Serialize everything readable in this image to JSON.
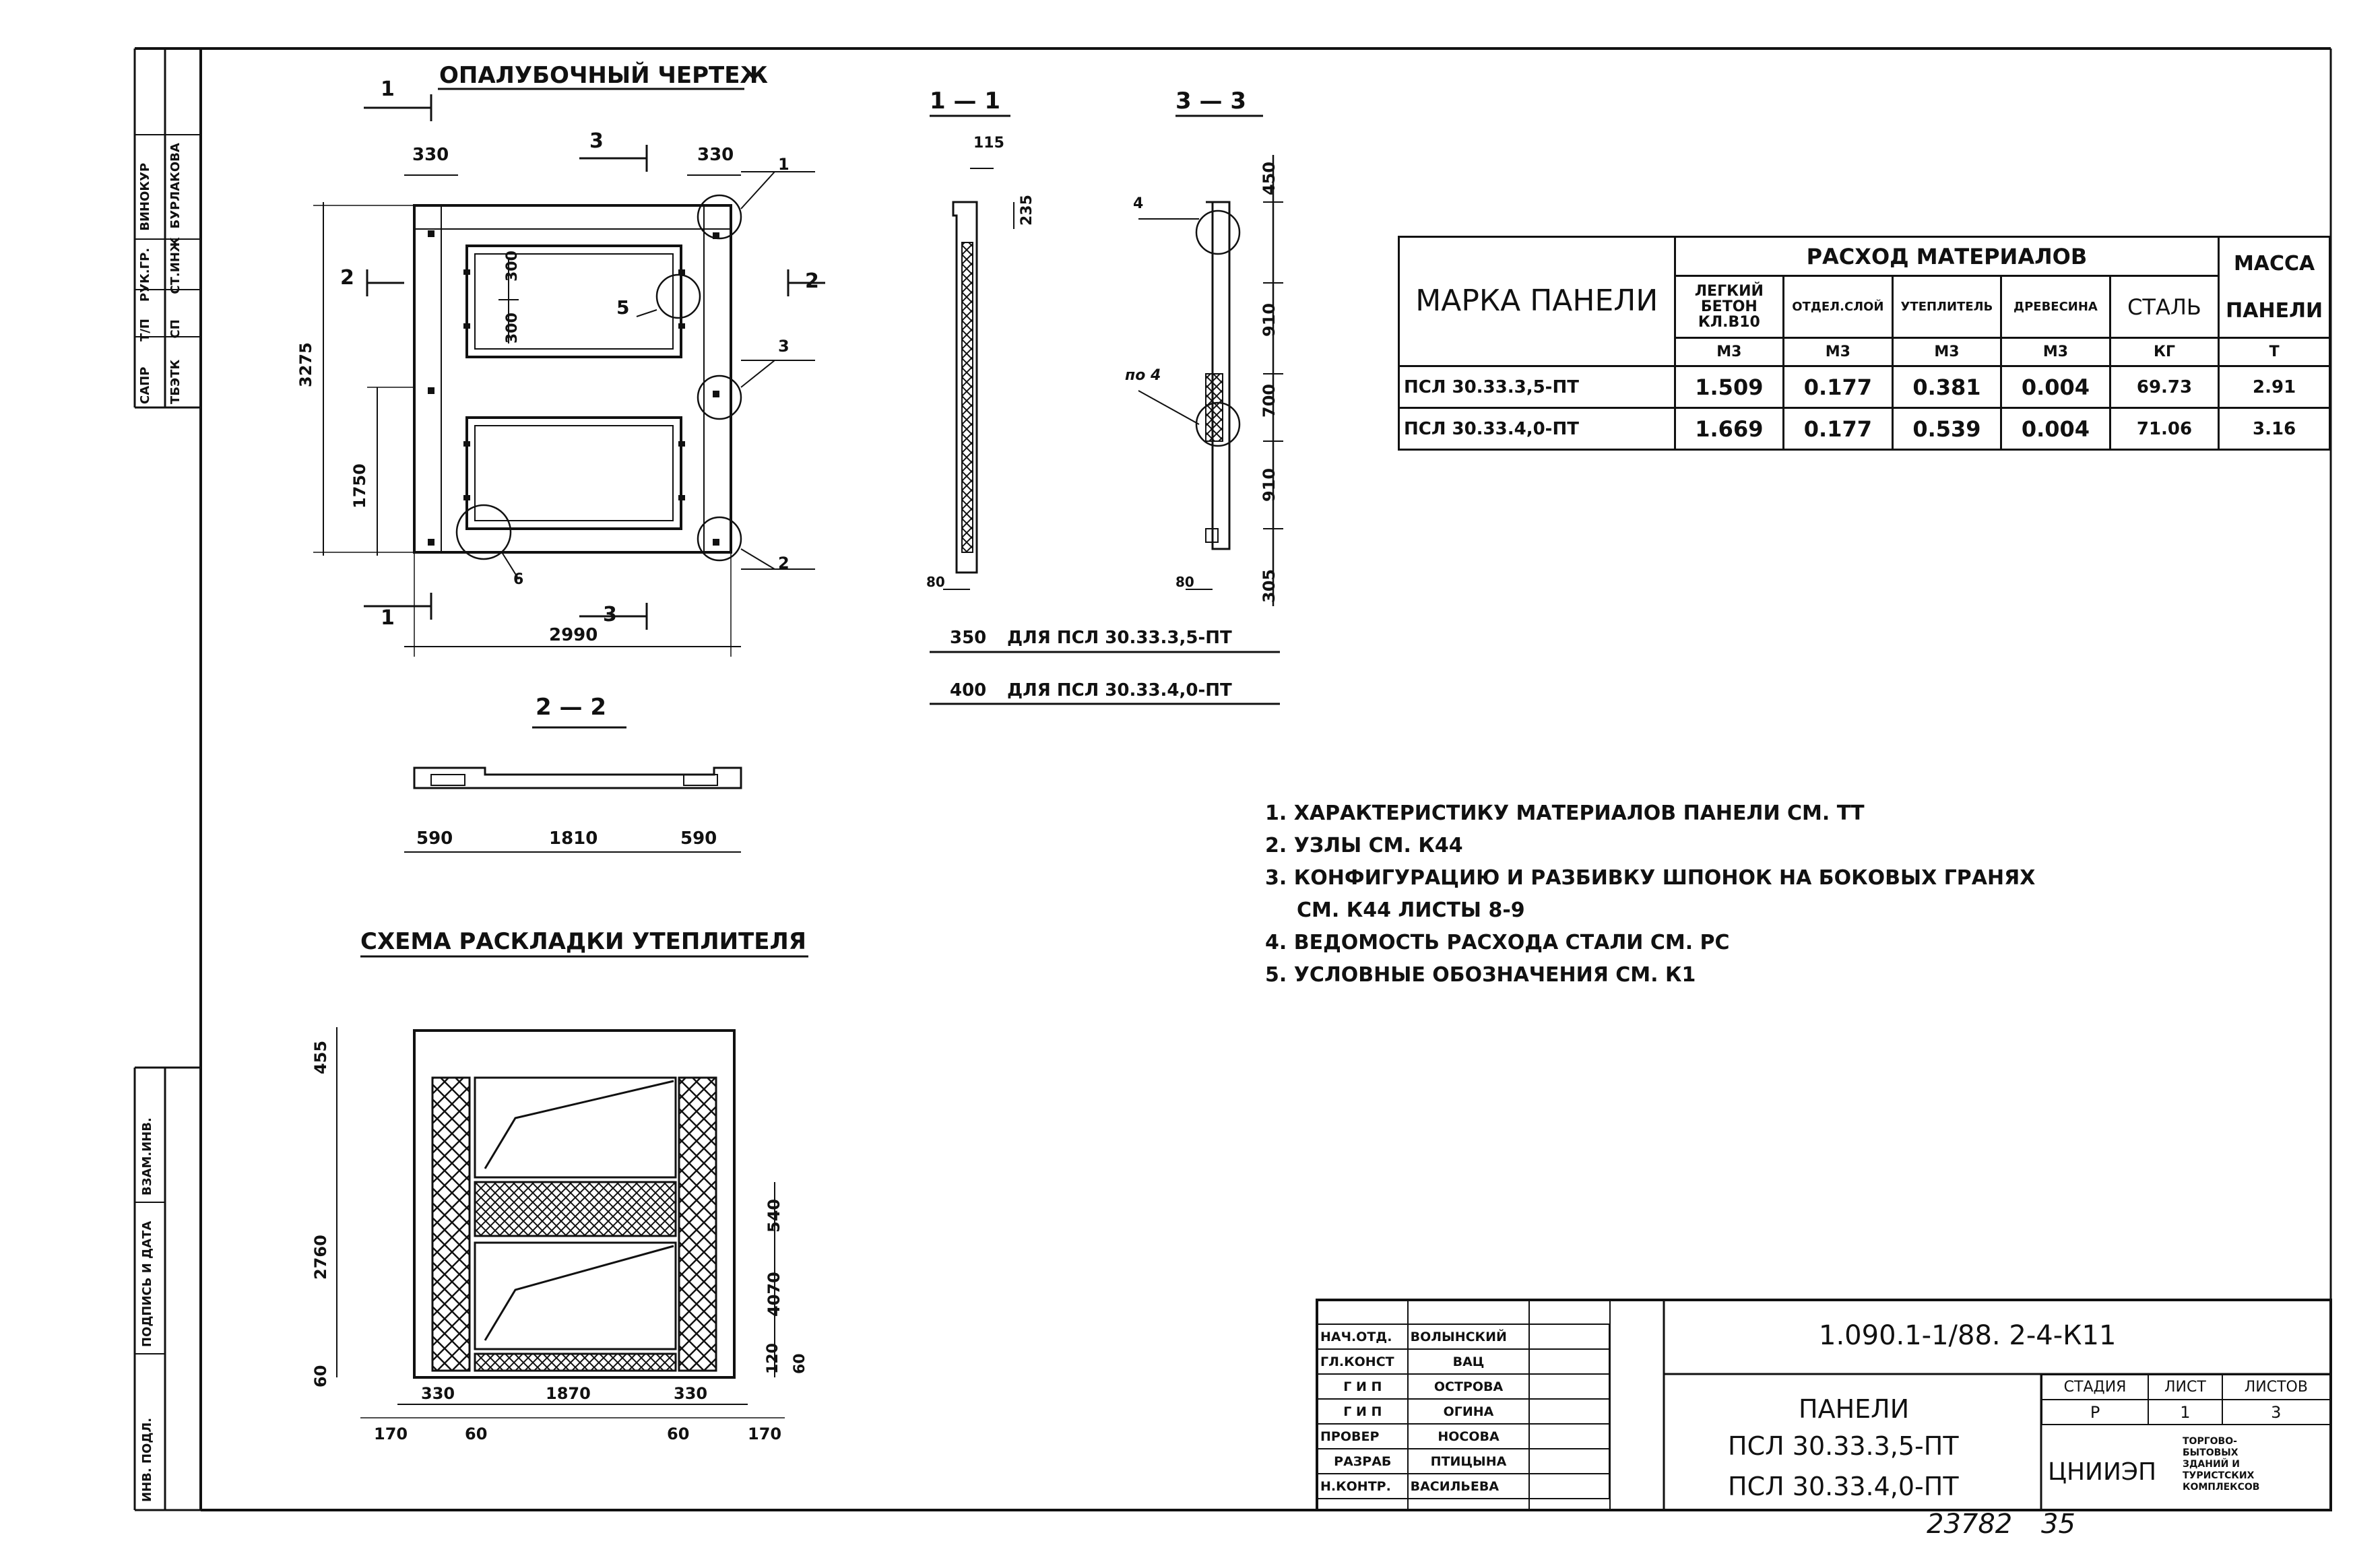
{
  "views": {
    "formwork_title": "ОПАЛУБОЧНЫЙ ЧЕРТЕЖ",
    "section_1_1": "1 — 1",
    "section_3_3": "3 — 3",
    "section_2_2": "2 — 2",
    "insulation_title": "СХЕМА РАСКЛАДКИ УТЕПЛИТЕЛЯ",
    "marks": {
      "m1": "1",
      "m2": "2",
      "m3": "3",
      "m5": "5",
      "m6": "6",
      "m4": "4",
      "po4": "по 4"
    }
  },
  "dims": {
    "d330a": "330",
    "d330b": "330",
    "d300a": "300",
    "d300b": "300",
    "d3275": "3275",
    "d1750": "1750",
    "d2990": "2990",
    "d115": "115",
    "d235": "235",
    "d80a": "80",
    "d80b": "80",
    "d450": "450",
    "d910a": "910",
    "d700": "700",
    "d910b": "910",
    "d305": "305",
    "d350": "350",
    "for350": "для псл 30.33.3,5-пт",
    "d400": "400",
    "for400": "для псл 30.33.4,0-пт",
    "d590a": "590",
    "d1810": "1810",
    "d590b": "590",
    "d455": "455",
    "d2760": "2760",
    "d60a": "60",
    "d540": "540",
    "d4070": "4070",
    "d120": "120",
    "d60b": "60",
    "d330c": "330",
    "d1870": "1870",
    "d330d": "330",
    "d170a": "170",
    "d60c": "60",
    "d60d": "60",
    "d170b": "170"
  },
  "materials_table": {
    "brand_header": "МАРКА ПАНЕЛИ",
    "consumption_header": "РАСХОД МАТЕРИАЛОВ",
    "mass_header": "МАССА",
    "mass_sub": "ПАНЕЛИ",
    "columns": [
      {
        "name": "ЛЕГКИЙ БЕТОН КЛ.В10",
        "unit": "М3"
      },
      {
        "name": "ОТДЕЛ.СЛОЙ",
        "unit": "М3"
      },
      {
        "name": "УТЕПЛИТЕЛЬ",
        "unit": "М3"
      },
      {
        "name": "ДРЕВЕСИНА",
        "unit": "М3"
      },
      {
        "name": "СТАЛЬ",
        "unit": "КГ"
      }
    ],
    "mass_unit": "Т",
    "rows": [
      {
        "brand": "ПСЛ 30.33.3,5-ПТ",
        "concrete": "1.509",
        "finish": "0.177",
        "insul": "0.381",
        "wood": "0.004",
        "steel": "69.73",
        "mass": "2.91"
      },
      {
        "brand": "ПСЛ 30.33.4,0-ПТ",
        "concrete": "1.669",
        "finish": "0.177",
        "insul": "0.539",
        "wood": "0.004",
        "steel": "71.06",
        "mass": "3.16"
      }
    ]
  },
  "notes": [
    "1. ХАРАКТЕРИСТИКУ МАТЕРИАЛОВ ПАНЕЛИ СМ. ТТ",
    "2. УЗЛЫ СМ. К44",
    "3. КОНФИГУРАЦИЮ И РАЗБИВКУ ШПОНОК НА БОКОВЫХ ГРАНЯХ",
    "СМ. К44 ЛИСТЫ 8-9",
    "4. ВЕДОМОСТЬ РАСХОДА СТАЛИ СМ. РС",
    "5. УСЛОВНЫЕ ОБОЗНАЧЕНИЯ СМ. К1"
  ],
  "stamp": {
    "doc_code": "1.090.1-1/88. 2-4-К11",
    "people": [
      {
        "role": "НАЧ.ОТД.",
        "name": "ВОЛЫНСКИЙ"
      },
      {
        "role": "ГЛ.КОНСТ",
        "name": "ВАЦ"
      },
      {
        "role": "Г И П",
        "name": "ОСТРОВА"
      },
      {
        "role": "Г И П",
        "name": "ОГИНА"
      },
      {
        "role": "ПРОВЕР",
        "name": "НОСОВА"
      },
      {
        "role": "РАЗРАБ",
        "name": "ПТИЦЫНА"
      },
      {
        "role": "Н.КОНТР.",
        "name": "ВАСИЛЬЕВА"
      }
    ],
    "title_line1": "ПАНЕЛИ",
    "title_line2": "ПСЛ 30.33.3,5-ПТ",
    "title_line3": "ПСЛ 30.33.4,0-ПТ",
    "stage_label": "СТАДИЯ",
    "sheet_label": "ЛИСТ",
    "sheets_label": "ЛИСТОВ",
    "stage": "Р",
    "sheet": "1",
    "sheets": "3",
    "org": "ЦНИИЭП",
    "org_desc": [
      "ТОРГОВО-",
      "БЫТОВЫХ",
      "ЗДАНИЙ И",
      "ТУРИСТСКИХ",
      "КОМПЛЕКСОВ"
    ],
    "inv_number": "23782",
    "page_number": "35"
  },
  "side_stamp": {
    "top": [
      "САПР",
      "Т/П",
      "РУК.ГР.",
      "ВИНОКУР"
    ],
    "top2": [
      "ТБЭТК",
      "СП",
      "СТ.ИНЖ",
      "БУРЛАКОВА"
    ],
    "bottom": [
      "ИНВ. ПОДЛ.",
      "ПОДПИСЬ И ДАТА",
      "ВЗАМ.ИНВ."
    ]
  }
}
